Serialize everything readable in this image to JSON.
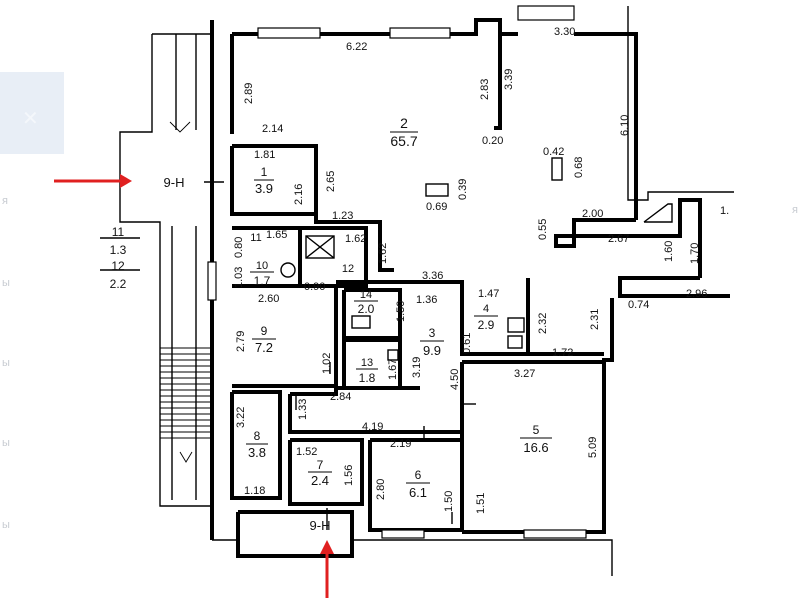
{
  "colors": {
    "line": "#000000",
    "arrow": "#e02020",
    "overlay": "#e8eef6"
  },
  "ghost_text": [
    "я",
    "ы",
    "ы",
    "ы",
    "ы",
    "я"
  ],
  "rooms": [
    {
      "id": "1",
      "area": "3.9"
    },
    {
      "id": "2",
      "area": "65.7"
    },
    {
      "id": "3",
      "area": "9.9"
    },
    {
      "id": "4",
      "area": "2.9"
    },
    {
      "id": "5",
      "area": "16.6"
    },
    {
      "id": "6",
      "area": "6.1"
    },
    {
      "id": "7",
      "area": "2.4"
    },
    {
      "id": "8",
      "area": "3.8"
    },
    {
      "id": "9",
      "area": "7.2"
    },
    {
      "id": "10",
      "area": "1.7"
    },
    {
      "id": "11",
      "area": "1.3"
    },
    {
      "id": "12",
      "area": "2.2"
    },
    {
      "id": "13",
      "area": "1.8"
    },
    {
      "id": "14",
      "area": "2.0"
    }
  ],
  "small_labels": {
    "r11": "11",
    "r12": "12"
  },
  "section_marks": [
    "9-H",
    "9-H"
  ],
  "dims": {
    "d622": "6.22",
    "d330": "3.30",
    "d289": "2.89",
    "d283": "2.83",
    "d339": "3.39",
    "d610": "6.10",
    "d214": "2.14",
    "d020": "0.20",
    "d042": "0.42",
    "d068": "0.68",
    "d181": "1.81",
    "d265": "2.65",
    "d216": "2.16",
    "d069": "0.69",
    "d039": "0.39",
    "d123": "1.23",
    "d055": "0.55",
    "d200": "2.00",
    "d267": "2.67",
    "d080": "0.80",
    "d165": "1.65",
    "d162": "1.62",
    "d162b": "1.62",
    "d160": "1.60",
    "d170": "1.70",
    "d103": "1.03",
    "d090": "0.90",
    "d336": "3.36",
    "d260": "2.60",
    "d136": "1.36",
    "d147": "1.47",
    "d232": "2.32",
    "d231": "2.31",
    "d074": "0.74",
    "d296": "2.96",
    "d150": "1.50",
    "d279": "2.79",
    "d061": "0.61",
    "d172": "1.72",
    "d102": "1.02",
    "d167": "1.67",
    "d319": "3.19",
    "d450": "4.50",
    "d327": "3.27",
    "d284": "2.84",
    "d133": "1.33",
    "d322": "3.22",
    "d419": "4.19",
    "d219": "2.19",
    "d509": "5.09",
    "d152": "1.52",
    "d156": "1.56",
    "d280": "2.80",
    "d150b": "1.50",
    "d151": "1.51",
    "d118": "1.18",
    "d1trunc": "1."
  }
}
